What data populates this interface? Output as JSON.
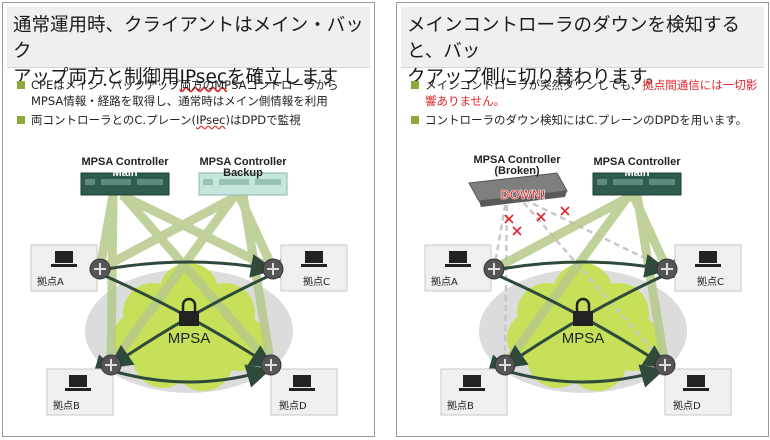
{
  "left": {
    "title_part1": "通常運用時、クライアントはメイン・バック",
    "title_part2": "アップ両方と制御用",
    "title_part3": "IPsec",
    "title_part4": "を確立します",
    "bullet1": "CPEはメイン・バックアップ両方のMPSAコントローラからMPSA情報・経路を取得し、通常時はメイン側情報を利用",
    "bullet2_a": "両コントローラとのC.プレーン(",
    "bullet2_b": "IPsec",
    "bullet2_c": ")はDPDで監視",
    "controller_main_line1": "MPSA Controller",
    "controller_main_line2": "Main",
    "controller_backup_line1": "MPSA Controller",
    "controller_backup_line2": "Backup",
    "cloud_label": "MPSA",
    "site_a": "拠点A",
    "site_b": "拠点B",
    "site_c": "拠点C",
    "site_d": "拠点D"
  },
  "right": {
    "title_line1": "メインコントローラのダウンを検知すると、バッ",
    "title_line2": "クアップ側に切り替わります。",
    "bullet1_a": "メインコントローラが突然ダウンしても、",
    "bullet1_red": "拠点間通信には一切影響ありません。",
    "bullet2": "コントローラのダウン検知にはC.プレーンのDPDを用います。",
    "controller_broken_line1": "MPSA Controller",
    "controller_broken_line2": "(Broken)",
    "controller_main_line1": "MPSA Controller",
    "controller_main_line2": "Main",
    "down_label": "DOWN!",
    "cloud_label": "MPSA",
    "site_a": "拠点A",
    "site_b": "拠点B",
    "site_c": "拠点C",
    "site_d": "拠点D"
  },
  "colors": {
    "bullet_marker": "#8caa3c",
    "highlight_text": "#e0262b",
    "cloud_fill": "#c6e05a",
    "control_plane": "#b6c98a",
    "data_link": "#2f4a3a",
    "controller_main": "#2f5a4f",
    "controller_backup": "#c4e6dc",
    "controller_broken": "#7f7f7f",
    "down_text": "#e0262b"
  },
  "icons": {
    "lock": "lock-icon",
    "router": "router-icon",
    "computer": "computer-icon",
    "failure_mark": "x-mark-icon"
  }
}
